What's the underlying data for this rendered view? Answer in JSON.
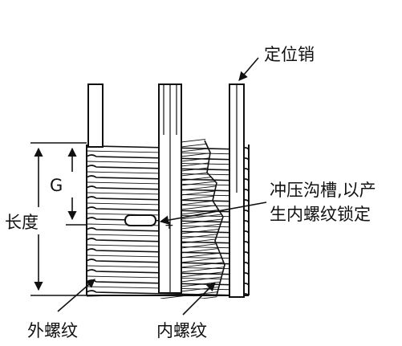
{
  "labels": {
    "locating_pin": "定位销",
    "slot_line1": "冲压沟槽,以产",
    "slot_line2": "生内螺纹锁定",
    "length": "长度",
    "g": "G",
    "external_thread": "外螺纹",
    "internal_thread": "内螺纹"
  },
  "colors": {
    "line": "#111111",
    "background": "#ffffff"
  }
}
